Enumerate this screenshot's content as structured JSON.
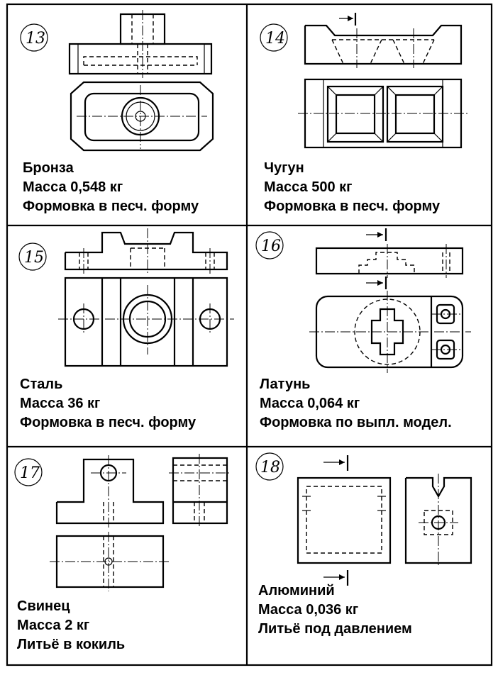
{
  "cells": [
    {
      "number": "13",
      "material": "Бронза",
      "mass": "Масса 0,548 кг",
      "process": "Формовка в песч. форму"
    },
    {
      "number": "14",
      "material": "Чугун",
      "mass": "Масса 500 кг",
      "process": "Формовка в песч. форму"
    },
    {
      "number": "15",
      "material": "Сталь",
      "mass": "Масса 36 кг",
      "process": "Формовка в песч. форму"
    },
    {
      "number": "16",
      "material": "Латунь",
      "mass": "Масса 0,064 кг",
      "process": "Формовка по выпл. модел."
    },
    {
      "number": "17",
      "material": "Свинец",
      "mass": "Масса 2 кг",
      "process": "Литьё в кокиль"
    },
    {
      "number": "18",
      "material": "Алюминий",
      "mass": "Масса 0,036 кг",
      "process": "Литьё под давлением"
    }
  ]
}
